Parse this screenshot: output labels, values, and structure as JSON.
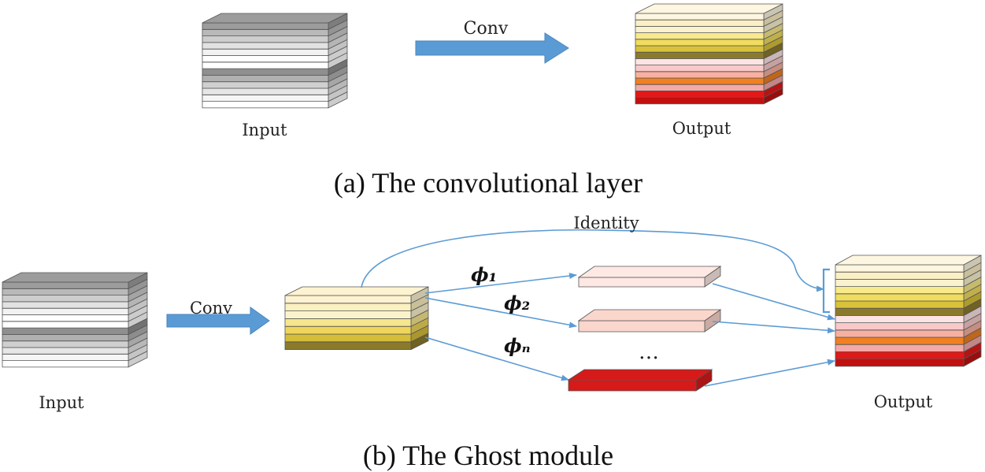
{
  "diagram": {
    "labels": {
      "top_conv": "Conv",
      "top_input": "Input",
      "top_output": "Output",
      "caption_a": "(a) The convolutional layer",
      "identity": "Identity",
      "phi1": "ϕ₁",
      "phi2": "ϕ₂",
      "phin": "ϕₙ",
      "dots": "…",
      "bottom_conv": "Conv",
      "bottom_input": "Input",
      "bottom_output": "Output",
      "caption_b": "(b) The Ghost module"
    },
    "colors": {
      "arrow": "#5b9bd5",
      "flow_line": "#5b9bd5",
      "edge": "#555555"
    },
    "stacks": {
      "input_gray": [
        "#9c9c9c",
        "#b9b9b9",
        "#cdcdcd",
        "#e2e2e2",
        "#f2f2f2",
        "#ffffff",
        "#ffffff",
        "#8f8f8f",
        "#b0b0b0",
        "#cfcfcf",
        "#e6e6e6",
        "#f6f6f6",
        "#ffffff"
      ],
      "output_full": [
        "#fdf6e0",
        "#fbefc4",
        "#faf2cf",
        "#f8e98b",
        "#f0dc5e",
        "#d9c23a",
        "#8b7a2a",
        "#fde4e4",
        "#f9c9c9",
        "#f8b0a0",
        "#f08020",
        "#f4a8a8",
        "#e31818",
        "#c01010"
      ],
      "intrinsic": [
        "#fdf3d0",
        "#fbf0c0",
        "#fbf3cc",
        "#f6e68e",
        "#eed65a",
        "#d5bd3a",
        "#8b7a2a"
      ],
      "ghost1": "#fde8e4",
      "ghost2": "#fbd6cc",
      "ghostn": "#d61a1a"
    }
  }
}
